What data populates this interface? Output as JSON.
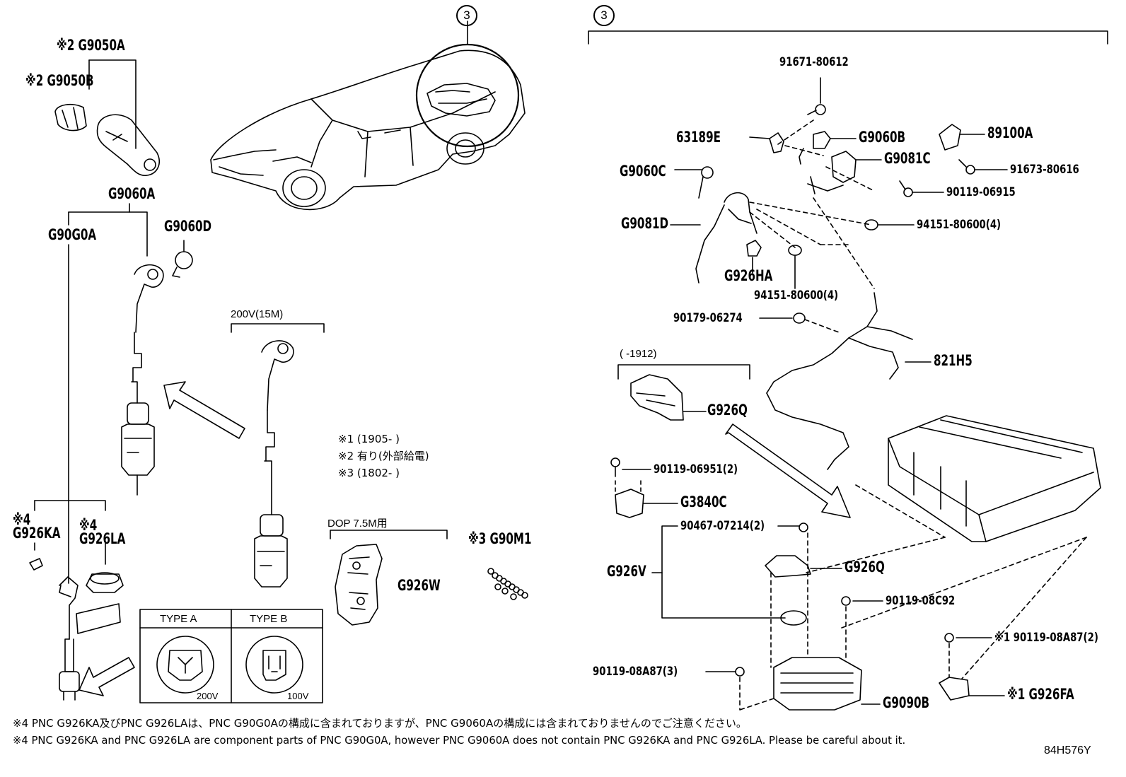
{
  "labels": {
    "g9050a": "※2 G9050A",
    "g9050b": "※2 G9050B",
    "g9060a": "G9060A",
    "g90g0a": "G90G0A",
    "g9060d": "G9060D",
    "range200v": "200V(15M)",
    "g926ka": "※4\nG926KA",
    "g926la": "※4\nG926LA",
    "note1": "※1 (1905-      )",
    "note2": "※2 有り(外部給電)",
    "note3": "※3 (1802-      )",
    "dop": "DOP 7.5M用",
    "g926w": "G926W",
    "g90m1": "※3 G90M1",
    "typeA": "TYPE A",
    "typeB": "TYPE B",
    "v200": "200V",
    "v100": "100V",
    "p91671": "91671-80612",
    "p63189e": "63189E",
    "g9060b": "G9060B",
    "p89100a": "89100A",
    "g9081c": "G9081C",
    "p91673": "91673-80616",
    "g9060c": "G9060C",
    "p90119_06915": "90119-06915",
    "g9081d": "G9081D",
    "p94151a": "94151-80600(4)",
    "g926ha": "G926HA",
    "p94151b": "94151-80600(4)",
    "p90179": "90179-06274",
    "p821h5": "821H5",
    "range1912": "(      -1912)",
    "g926q1": "G926Q",
    "p90119_06951": "90119-06951(2)",
    "g3840c": "G3840C",
    "p90467": "90467-07214(2)",
    "g926v": "G926V",
    "g926q2": "G926Q",
    "p90119_08c92": "90119-08C92",
    "p90119_08a87_2": "※1 90119-08A87(2)",
    "p90119_08a87_3": "90119-08A87(3)",
    "g9090b": "G9090B",
    "g926fa": "※1 G926FA",
    "circle3a": "3",
    "circle3b": "3"
  },
  "footer": {
    "note_jp": "※4 PNC G926KA及びPNC G926LAは、PNC G90G0Aの構成に含まれておりますが、PNC G9060Aの構成には含まれておりませんのでご注意ください。",
    "note_en": "※4 PNC G926KA and PNC G926LA are component parts of PNC G90G0A, however PNC G9060A does not contain PNC G926KA and PNC G926LA. Please be careful about it.",
    "figure_id": "84H576Y"
  }
}
